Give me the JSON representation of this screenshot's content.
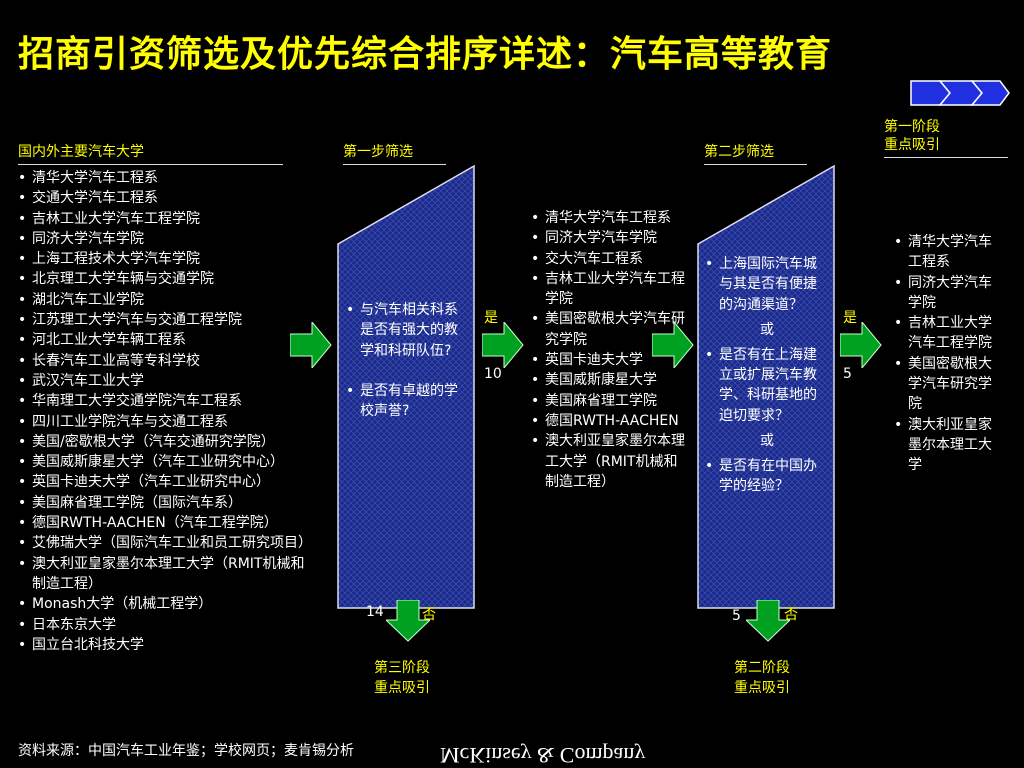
{
  "title": "招商引资筛选及优先综合排序详述：汽车高等教育",
  "headers": {
    "col1": "国内外主要汽车大学",
    "step1": "第一步筛选",
    "step2": "第二步筛选",
    "stage1_line1": "第一阶段",
    "stage1_line2": "重点吸引"
  },
  "universities": [
    "清华大学汽车工程系",
    "交通大学汽车工程系",
    "吉林工业大学汽车工程学院",
    "同济大学汽车学院",
    "上海工程技术大学汽车学院",
    "北京理工大学车辆与交通学院",
    "湖北汽车工业学院",
    "江苏理工大学汽车与交通工程学院",
    "河北工业大学车辆工程系",
    "长春汽车工业高等专科学校",
    "武汉汽车工业大学",
    "华南理工大学交通学院汽车工程系",
    "四川工业学院汽车与交通工程系",
    "美国/密歇根大学（汽车交通研究学院）",
    "美国威斯康星大学（汽车工业研究中心）",
    "英国卡迪夫大学（汽车工业研究中心）",
    "美国麻省理工学院（国际汽车系）",
    "德国RWTH-AACHEN（汽车工程学院）",
    "艾佛瑞大学（国际汽车工业和员工研究项目）",
    "澳大利亚皇家墨尔本理工大学（RMIT机械和制造工程）",
    "Monash大学（机械工程学）",
    "日本东京大学",
    "国立台北科技大学"
  ],
  "step1_criteria": [
    "与汽车相关科系是否有强大的教学和科研队伍?",
    "是否有卓越的学校声誉?"
  ],
  "step1_yes": "是",
  "step1_yes_count": "10",
  "step1_no": "否",
  "step1_no_count": "14",
  "stage3_line1": "第三阶段",
  "stage3_line2": "重点吸引",
  "step1_passed": [
    "清华大学汽车工程系",
    "同济大学汽车学院",
    "交大汽车工程系",
    "吉林工业大学汽车工程学院",
    "美国密歇根大学汽车研究学院",
    "英国卡迪夫大学",
    "美国威斯康星大学",
    "美国麻省理工学院",
    "德国RWTH-AACHEN",
    "澳大利亚皇家墨尔本理工大学（RMIT机械和制造工程）"
  ],
  "step2_criteria": [
    "上海国际汽车城与其是否有便捷的沟通渠道？",
    "是否有在上海建立或扩展汽车教学、科研基地的迫切要求？",
    "是否有在中国办学的经验？"
  ],
  "or_label": "或",
  "step2_yes": "是",
  "step2_yes_count": "5",
  "step2_no": "否",
  "step2_no_count": "5",
  "stage2_line1": "第二阶段",
  "stage2_line2": "重点吸引",
  "final": [
    "清华大学汽车工程系",
    "同济大学汽车学院",
    "吉林工业大学汽车工程学院",
    "美国密歇根大学汽车研究学院",
    "澳大利亚皇家墨尔本理工大学"
  ],
  "source": "资料来源：中国汽车工业年鉴；学校网页；麦肯锡分析",
  "logo": "McKinsey & Company",
  "colors": {
    "title": "#ffff00",
    "filter_fill": "#1a2a8a",
    "arrow_green": "#00a020",
    "chevron_blue": "#2030e0"
  }
}
